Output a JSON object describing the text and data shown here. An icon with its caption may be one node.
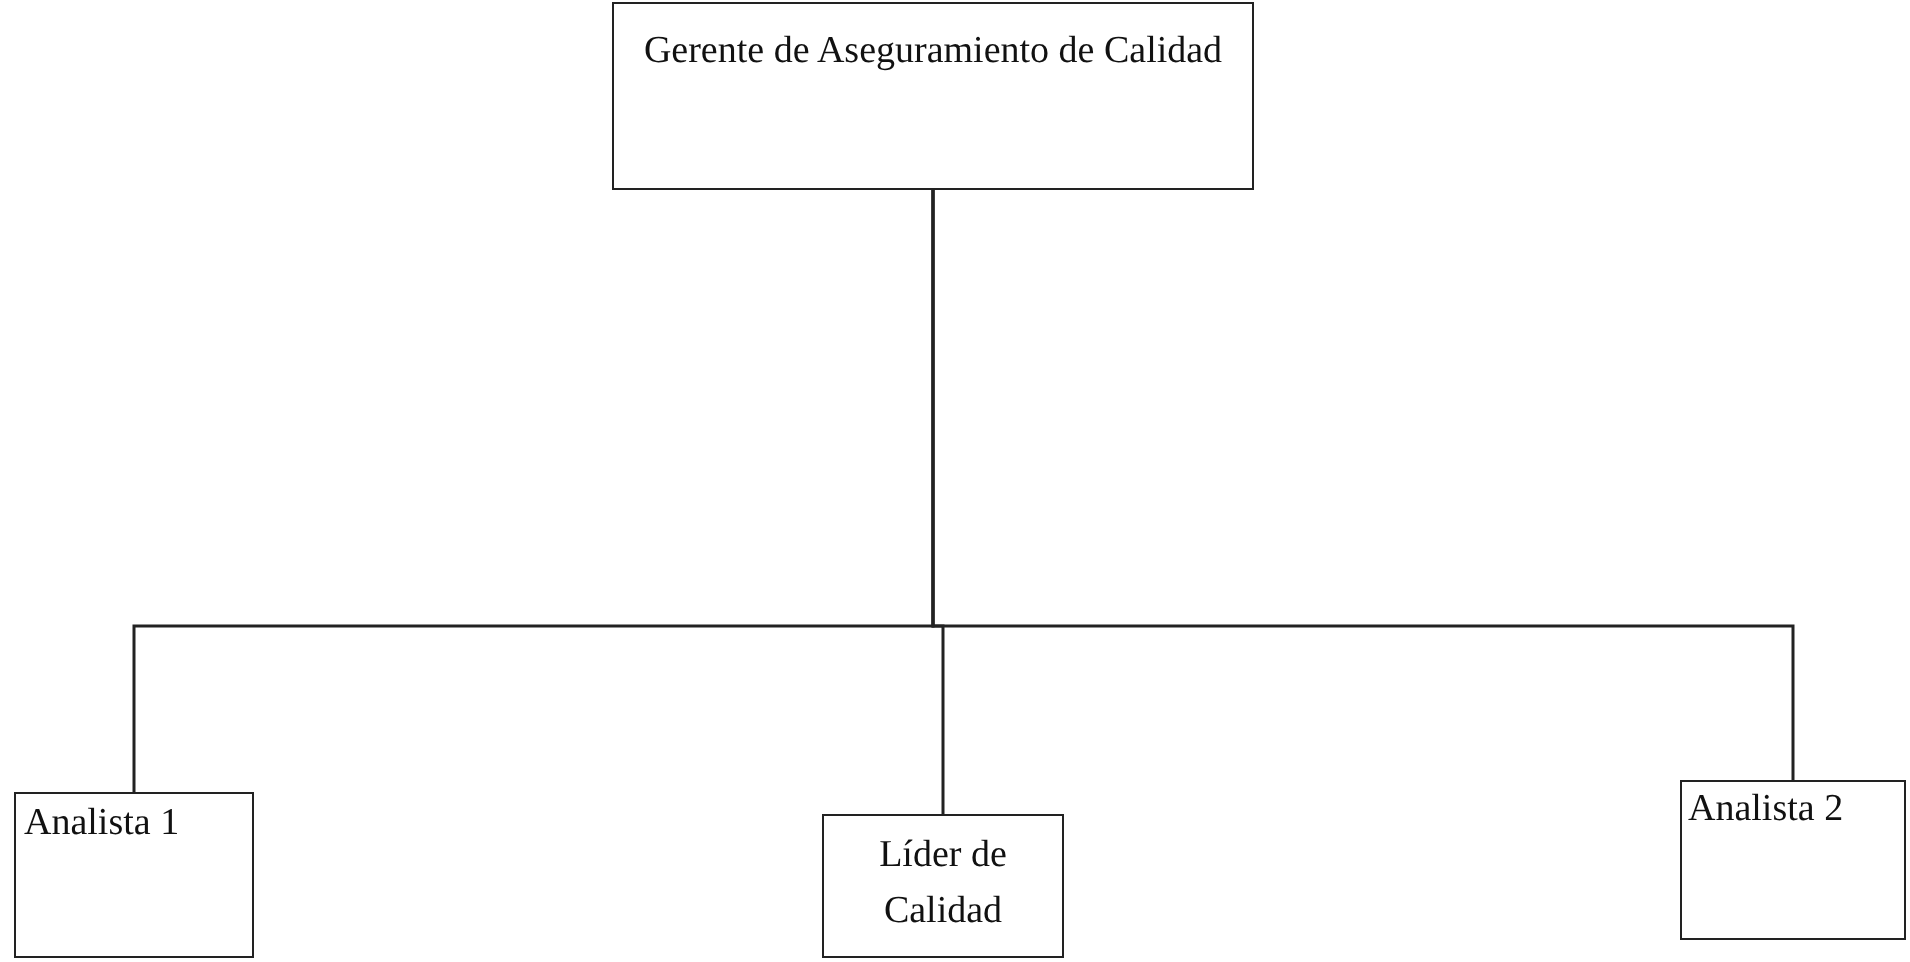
{
  "diagram": {
    "nodes": [
      {
        "text": [
          "Gerente de Aseguramiento de Calidad"
        ]
      },
      {
        "text": [
          "Analista 1"
        ]
      },
      {
        "text": [
          "Líder de Calidad"
        ]
      },
      {
        "text": [
          "Analista 2"
        ]
      }
    ],
    "edges": [
      {
        "from": 0,
        "to": 1,
        "arrow": "none"
      },
      {
        "from": 0,
        "to": 2,
        "arrow": "none"
      },
      {
        "from": 0,
        "to": 3,
        "arrow": "none"
      }
    ]
  }
}
